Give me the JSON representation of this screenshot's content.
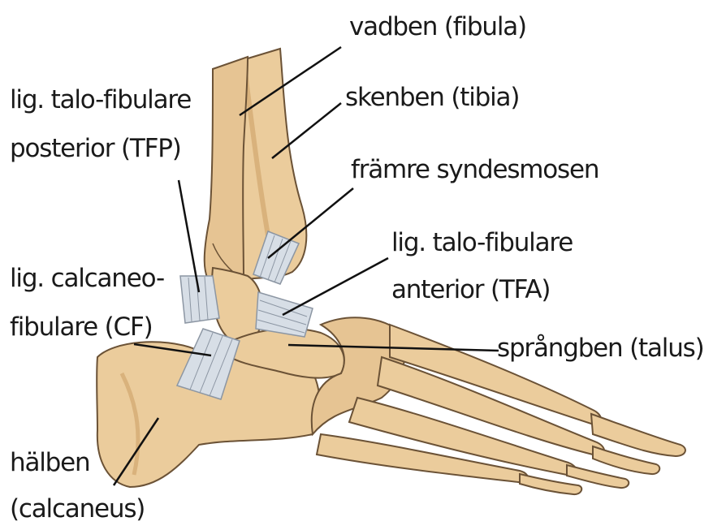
{
  "colors": {
    "bone": "#ebcc9c",
    "bone_shade": "#d9b27c",
    "bone_outline": "#6b5236",
    "ligament": "#d7dee6",
    "ligament_stripe": "#8c96a3",
    "leader_line": "#111111",
    "text": "#1a1a1a",
    "background": "#ffffff"
  },
  "labels": {
    "fibula": "vadben (fibula)",
    "tibia": "skenben (tibia)",
    "tfp_line1": "lig. talo-fibulare",
    "tfp_line2": "posterior (TFP)",
    "syndesmosis": "främre syndesmosen",
    "tfa_line1": "lig. talo-fibulare",
    "tfa_line2": "anterior (TFA)",
    "cf_line1": "lig. calcaneo-",
    "cf_line2": "fibulare (CF)",
    "talus": "språngben (talus)",
    "calcaneus_line1": "hälben",
    "calcaneus_line2": "(calcaneus)"
  }
}
